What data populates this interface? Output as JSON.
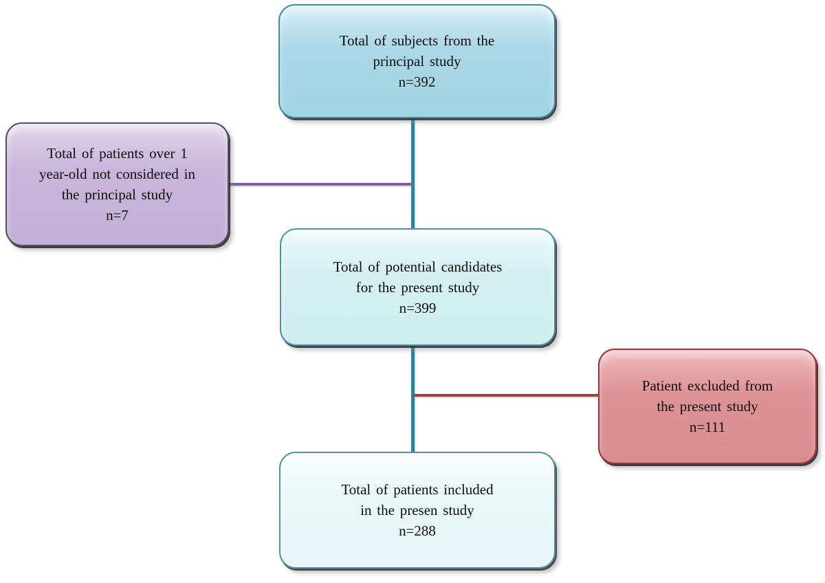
{
  "diagram": {
    "boxes": {
      "top": {
        "line1": "Total of subjects from the",
        "line2": "principal study",
        "n": "n=392"
      },
      "left": {
        "line1": "Total of patients over 1",
        "line2": "year-old not considered in",
        "line3": "the principal study",
        "n": "n=7"
      },
      "middle": {
        "line1": "Total of potential candidates",
        "line2": "for the present study",
        "n": "n=399"
      },
      "right": {
        "line1": "Patient excluded from",
        "line2": "the present study",
        "n": "n=111"
      },
      "bottom": {
        "line1": "Total of patients included",
        "line2": "in the presen study",
        "n": "n=288"
      }
    },
    "colors": {
      "top_box_fill": "#a8d7e5",
      "top_box_border": "#47899c",
      "left_box_fill": "#c6b3d8",
      "left_box_border": "#5a4a68",
      "middle_box_fill": "#d3eff1",
      "middle_box_border": "#4a93a7",
      "right_box_fill": "#dc9295",
      "right_box_border": "#953539",
      "bottom_box_fill": "#eaf7f8",
      "bottom_box_border": "#4e93a3",
      "vertical_connector": "#2e7f99",
      "left_connector": "#7d5fa3",
      "right_connector": "#a93a3e"
    }
  }
}
